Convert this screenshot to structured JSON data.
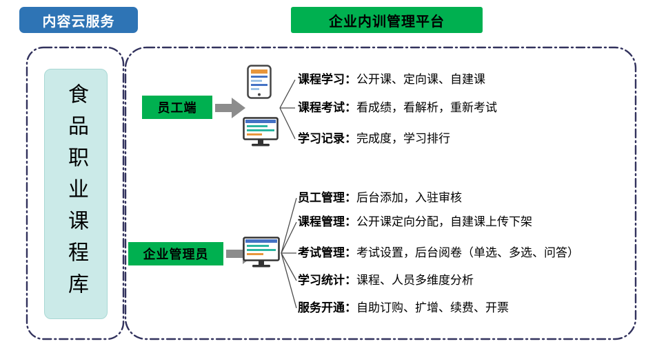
{
  "header": {
    "left_badge": "内容云服务",
    "right_badge": "企业内训管理平台"
  },
  "library": {
    "title": "食品职业课程库"
  },
  "employee": {
    "label": "员工端",
    "items": [
      {
        "title": "课程学习：",
        "desc": "公开课、定向课、自建课"
      },
      {
        "title": "课程考试：",
        "desc": "看成绩，看解析，重新考试"
      },
      {
        "title": "学习记录：",
        "desc": "完成度，学习排行"
      }
    ]
  },
  "admin": {
    "label": "企业管理员",
    "items": [
      {
        "title": "员工管理：",
        "desc": "后台添加，入驻审核"
      },
      {
        "title": "课程管理：",
        "desc": "公开课定向分配，自建课上传下架"
      },
      {
        "title": "考试管理：",
        "desc": "考试设置，后台阅卷（单选、多选、问答）"
      },
      {
        "title": "学习统计：",
        "desc": "课程、人员多维度分析"
      },
      {
        "title": "服务开通：",
        "desc": "自助订购、扩增、续费、开票"
      }
    ]
  },
  "colors": {
    "badge_blue": "#2E74B5",
    "badge_green": "#00B050",
    "library_fill": "#CBEAE8",
    "dash_border": "#32325D",
    "arrow_gray": "#8C8C8C"
  }
}
